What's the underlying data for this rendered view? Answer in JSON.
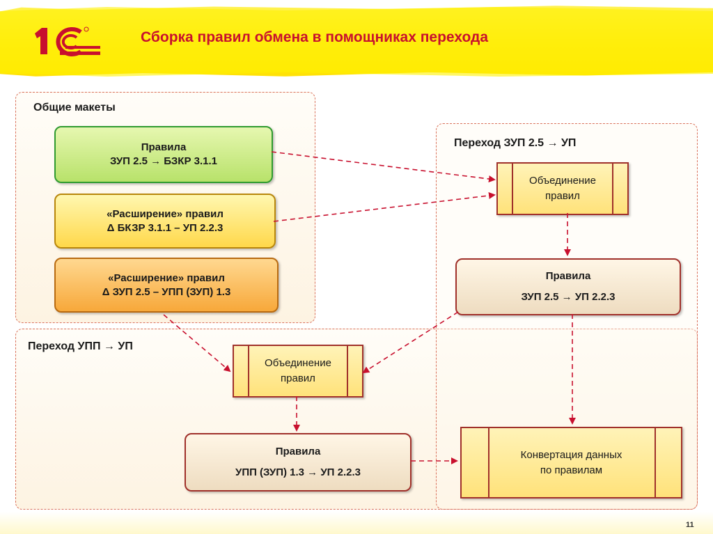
{
  "header": {
    "logo_text": "1С",
    "title": "Сборка правил обмена в помощниках перехода"
  },
  "groups": {
    "common": {
      "label": "Общие макеты"
    },
    "zup": {
      "label": "Переход ЗУП 2.5 → УП"
    },
    "upp": {
      "label": "Переход УПП → УП"
    }
  },
  "boxes": {
    "rules_zup_bzkr": {
      "line1": "Правила",
      "line2": "ЗУП 2.5 → БЗКР 3.1.1"
    },
    "ext_bkzr_up": {
      "line1": "«Расширение» правил",
      "line2": "Δ БКЗР 3.1.1 – УП 2.2.3"
    },
    "ext_zup_upp": {
      "line1": "«Расширение» правил",
      "line2": "Δ ЗУП 2.5 – УПП (ЗУП) 1.3"
    },
    "merge_zup": {
      "line1": "Объединение",
      "line2": "правил"
    },
    "rules_zup_up": {
      "line1": "Правила",
      "line2": "ЗУП 2.5 → УП 2.2.3"
    },
    "merge_upp": {
      "line1": "Объединение",
      "line2": "правил"
    },
    "rules_upp_up": {
      "line1": "Правила",
      "line2": "УПП (ЗУП) 1.3 → УП 2.2.3"
    },
    "convert": {
      "line1": "Конвертация данных",
      "line2": "по правилам"
    }
  },
  "colors": {
    "title": "#c8102e",
    "arrow": "#c8102e",
    "dashed_border": "#d9705a"
  },
  "footer": {
    "page_number": "11"
  }
}
